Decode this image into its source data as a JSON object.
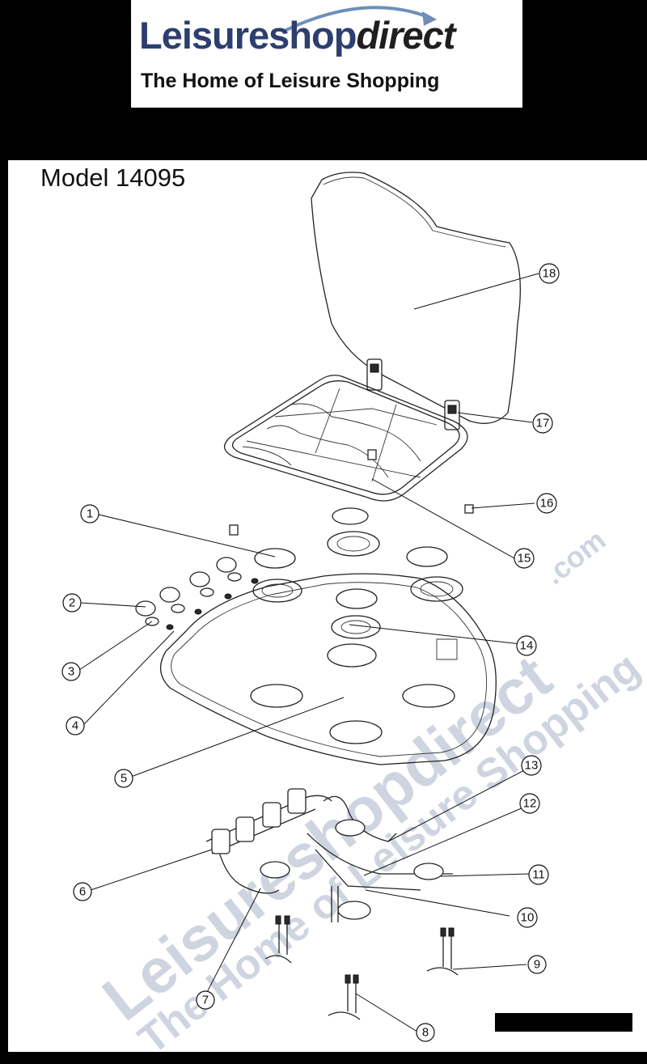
{
  "banner": {
    "brand_main": "Leisureshop",
    "brand_accent": "direct",
    "tagline": "The Home of Leisure Shopping"
  },
  "diagram": {
    "model": "Model 14095"
  },
  "watermark": {
    "brand": "Leisureshopdirect",
    "tagline": "The Home of Leisure Shopping",
    "domain": ".com"
  },
  "parts": {
    "1": "1",
    "2": "2",
    "3": "3",
    "4": "4",
    "5": "5",
    "6": "6",
    "7": "7",
    "8": "8",
    "9": "9",
    "10": "10",
    "11": "11",
    "12": "12",
    "13": "13",
    "14": "14",
    "15": "15",
    "16": "16",
    "17": "17",
    "18": "18"
  },
  "colors": {
    "brand_blue": "#2c3f6e",
    "background": "#000000",
    "panel": "#ffffff",
    "watermark": "#a9b4c8"
  }
}
